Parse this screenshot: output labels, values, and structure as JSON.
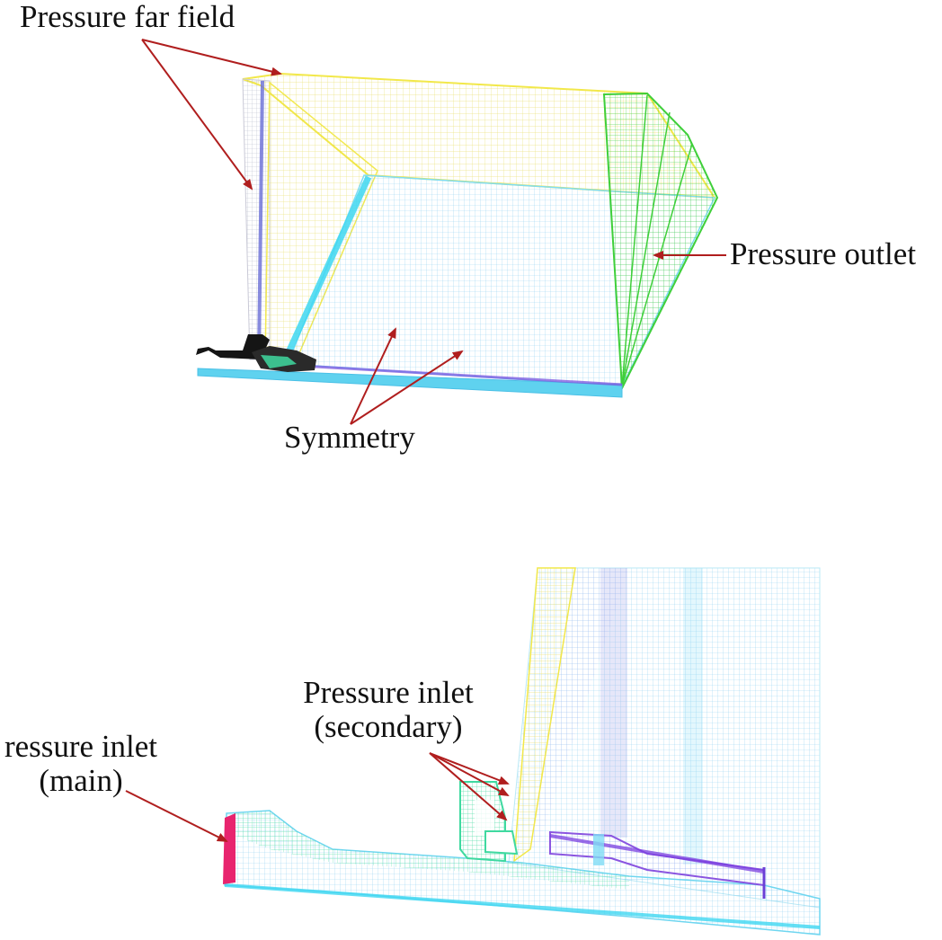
{
  "labels": {
    "pressure_far_field": "Pressure far field",
    "pressure_outlet": "Pressure outlet",
    "symmetry": "Symmetry",
    "pressure_inlet_secondary": [
      "Pressure inlet",
      "(secondary)"
    ],
    "pressure_inlet_main": [
      "ressure inlet",
      "(main)"
    ]
  },
  "colors": {
    "far_field": "#f2e84a",
    "outlet": "#3fcf3a",
    "symmetry": "#7fdcf5",
    "inlet_main": "#e8246e",
    "secondary": "#59e8a5",
    "wall": "#8a55e0",
    "arrow": "#b01e1e"
  }
}
